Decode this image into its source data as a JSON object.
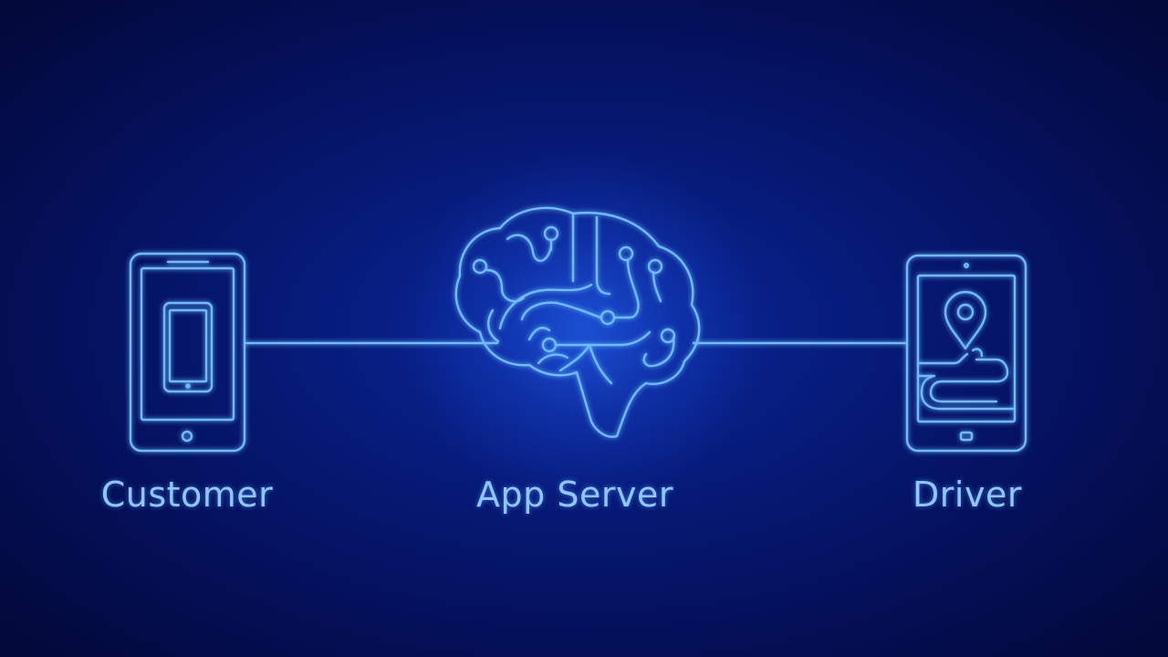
{
  "nodes": {
    "customer": {
      "label": "Customer",
      "icon": "smartphone-icon"
    },
    "server": {
      "label": "App Server",
      "icon": "brain-circuit-icon"
    },
    "driver": {
      "label": "Driver",
      "icon": "tablet-map-icon"
    }
  },
  "colors": {
    "line": "#5fb4ff",
    "glow": "#2f7dff",
    "text": "#8fc6ff",
    "background": "#061a78"
  }
}
